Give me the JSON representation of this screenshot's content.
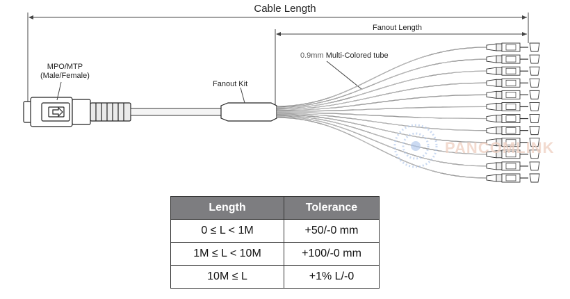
{
  "labels": {
    "cable_length": "Cable Length",
    "fanout_length": "Fanout Length",
    "connector_line1": "MPO/MTP",
    "connector_line2": "(Male/Female)",
    "fanout_kit": "Fanout Kit",
    "tube_size": "0.9mm",
    "tube_desc": "Multi-Colored tube"
  },
  "watermark": "PANCOMLINK",
  "fiber_count": 12,
  "table": {
    "headers": [
      "Length",
      "Tolerance"
    ],
    "rows": [
      [
        "0 ≤ L < 1M",
        "+50/-0 mm"
      ],
      [
        "1M ≤ L < 10M",
        "+100/-0 mm"
      ],
      [
        "10M ≤ L",
        "+1% L/-0"
      ]
    ]
  },
  "colors": {
    "header_bg": "#7d7d80",
    "watermark": "#f0d2c4",
    "watermark_icon": "#a9c3ea"
  }
}
